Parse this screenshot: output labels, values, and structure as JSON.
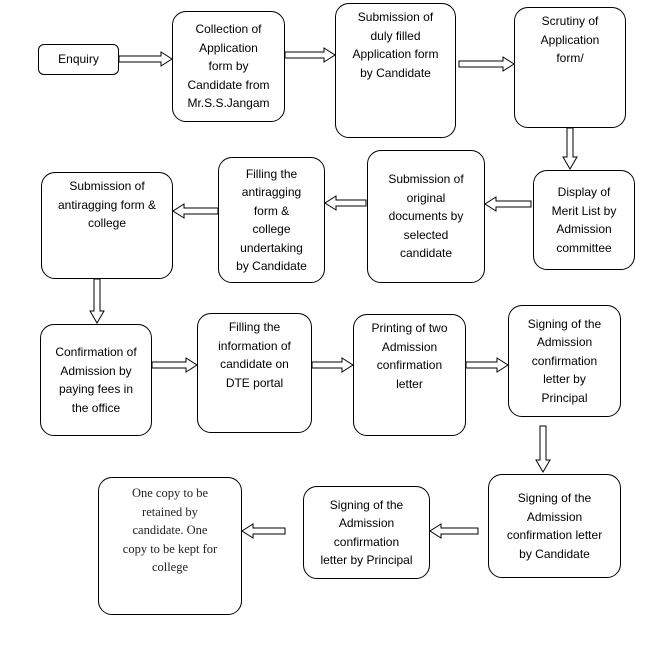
{
  "steps": {
    "enquiry": "Enquiry",
    "collection": "Collection of\nApplication\nform by\nCandidate from\nMr.S.S.Jangam",
    "submission_form": "Submission of\nduly filled\nApplication form\nby Candidate",
    "scrutiny": "Scrutiny of\nApplication\nform/",
    "merit_list": "Display of\nMerit List  by\nAdmission\ncommittee",
    "original_docs": "Submission of\noriginal\ndocuments by\nselected\ncandidate",
    "antiragging_fill": "Filling the\nantiragging\nform &\ncollege\nundertaking\nby Candidate",
    "antiragging_submit": "Submission of\nantiragging form &\ncollege",
    "confirmation_fees": "Confirmation of\nAdmission by\npaying fees in\nthe office",
    "dte_portal": "Filling the\ninformation of\ncandidate on\nDTE portal",
    "printing_letter": "Printing of two\nAdmission\nconfirmation\nletter",
    "principal_sign_1": "Signing of the\nAdmission\nconfirmation\nletter by\nPrincipal",
    "candidate_sign": "Signing of the\nAdmission\nconfirmation letter\nby Candidate",
    "principal_sign_2": "Signing of the\nAdmission\nconfirmation\nletter by Principal",
    "copies": "One copy to be\nretained by\ncandidate.  One\ncopy to be kept for\ncollege"
  }
}
